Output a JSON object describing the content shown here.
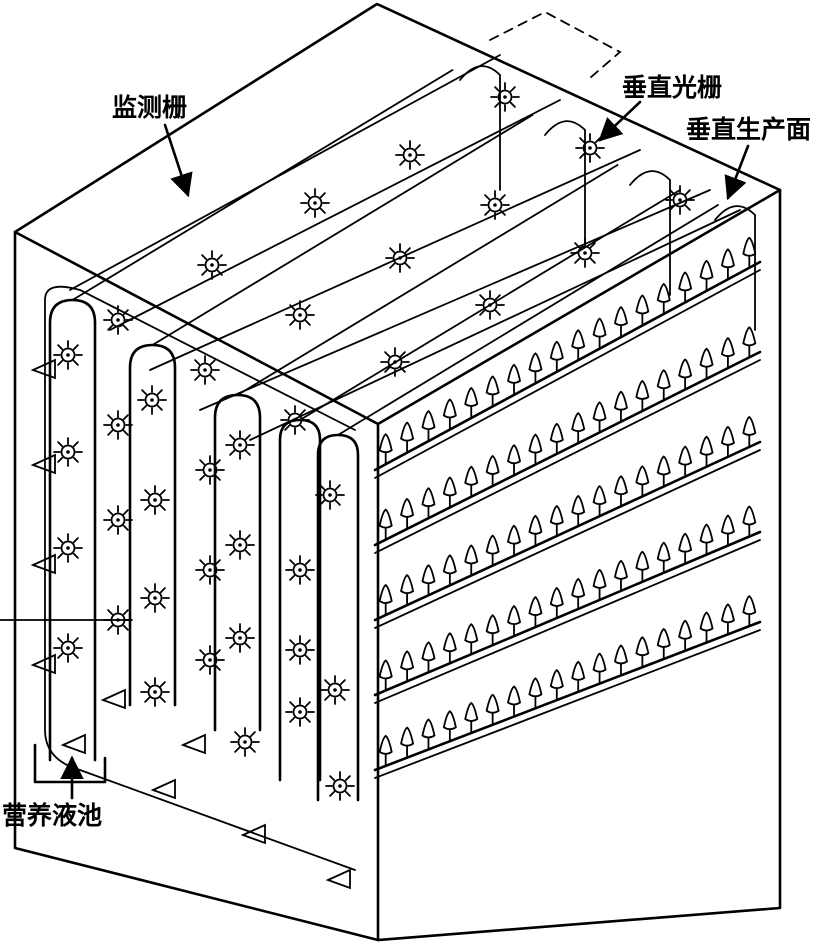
{
  "labels": {
    "monitor_grid": "监测栅",
    "vertical_light_grid": "垂直光栅",
    "vertical_production_surface": "垂直生产面",
    "nutrient_pool": "营养液池"
  },
  "counts": {
    "plant_rows": 5,
    "plants_per_row": 18
  },
  "colors": {
    "ink": "#000000",
    "paper": "#ffffff"
  }
}
